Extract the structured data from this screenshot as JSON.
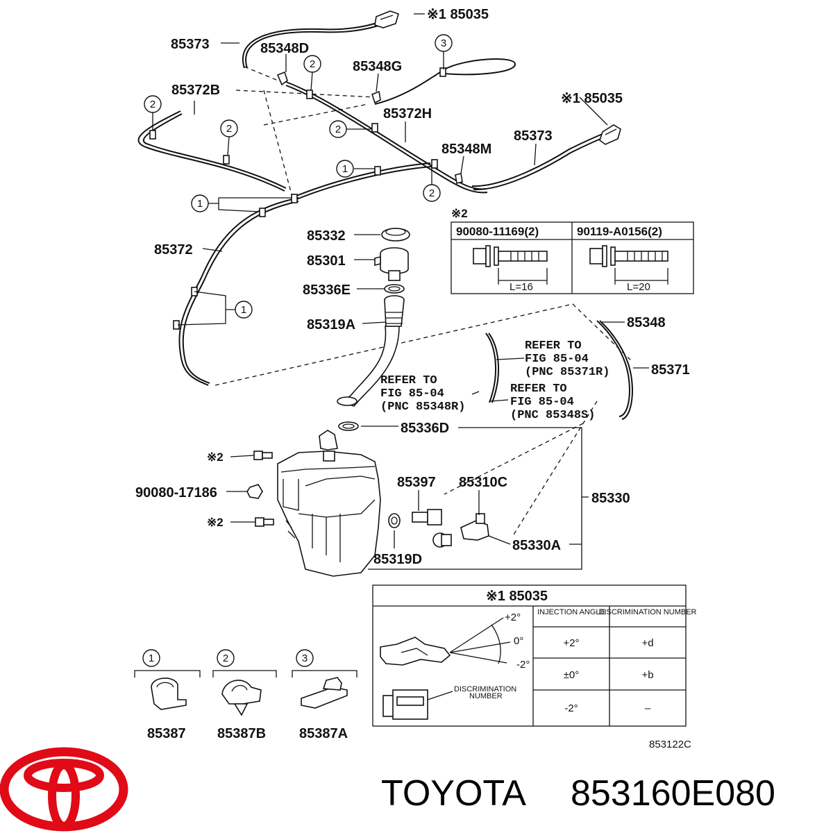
{
  "labels": {
    "p85035_top": "※1 85035",
    "p85373_top": "85373",
    "p85348d": "85348D",
    "p85348g": "85348G",
    "p85372b": "85372B",
    "p85372h": "85372H",
    "p85035_right": "※1 85035",
    "p85373_right": "85373",
    "p85348m": "85348M",
    "p85372": "85372",
    "p85332": "85332",
    "p85301": "85301",
    "p85336e": "85336E",
    "p85319a": "85319A",
    "p85348": "85348",
    "p85371": "85371",
    "p85336d": "85336D",
    "p85330": "85330",
    "p85397": "85397",
    "p85310c": "85310C",
    "p85330a": "85330A",
    "p85319d": "85319D",
    "p90080_17186": "90080-17186",
    "note2_a": "※2",
    "note2_b": "※2",
    "note2_box": "※2",
    "p853122c": "853122C"
  },
  "refer": {
    "r1_l1": "REFER TO",
    "r1_l2": "FIG 85-04",
    "r1_l3": "(PNC 85371R)",
    "r2_l1": "REFER TO",
    "r2_l2": "FIG 85-04",
    "r2_l3": "(PNC 85348R)",
    "r3_l1": "REFER TO",
    "r3_l2": "FIG 85-04",
    "r3_l3": "(PNC 85348S)"
  },
  "bolt_table": {
    "col1_header": "90080-11169(2)",
    "col2_header": "90119-A0156(2)",
    "col1_length": "L=16",
    "col2_length": "L=20"
  },
  "nozzle_table": {
    "title": "※1 85035",
    "header_angle": "INJECTION ANGLE",
    "header_disc": "DISCRIMINATION NUMBER",
    "rows": [
      {
        "angle": "+2°",
        "disc": "+d"
      },
      {
        "angle": "±0°",
        "disc": "+b"
      },
      {
        "angle": "-2°",
        "disc": "–"
      }
    ],
    "angle_plus": "+2°",
    "angle_zero": "0°",
    "angle_minus": "-2°",
    "disc_label_l1": "DISCRIMINATION",
    "disc_label_l2": "NUMBER"
  },
  "clamps": [
    {
      "num": "1",
      "pn": "85387"
    },
    {
      "num": "2",
      "pn": "85387B"
    },
    {
      "num": "3",
      "pn": "85387A"
    }
  ],
  "callouts": {
    "c1": "1",
    "c2": "2",
    "c3": "3"
  },
  "brand": {
    "name": "TOYOTA",
    "part_number": "853160E080",
    "logo_color": "#e10a17"
  }
}
